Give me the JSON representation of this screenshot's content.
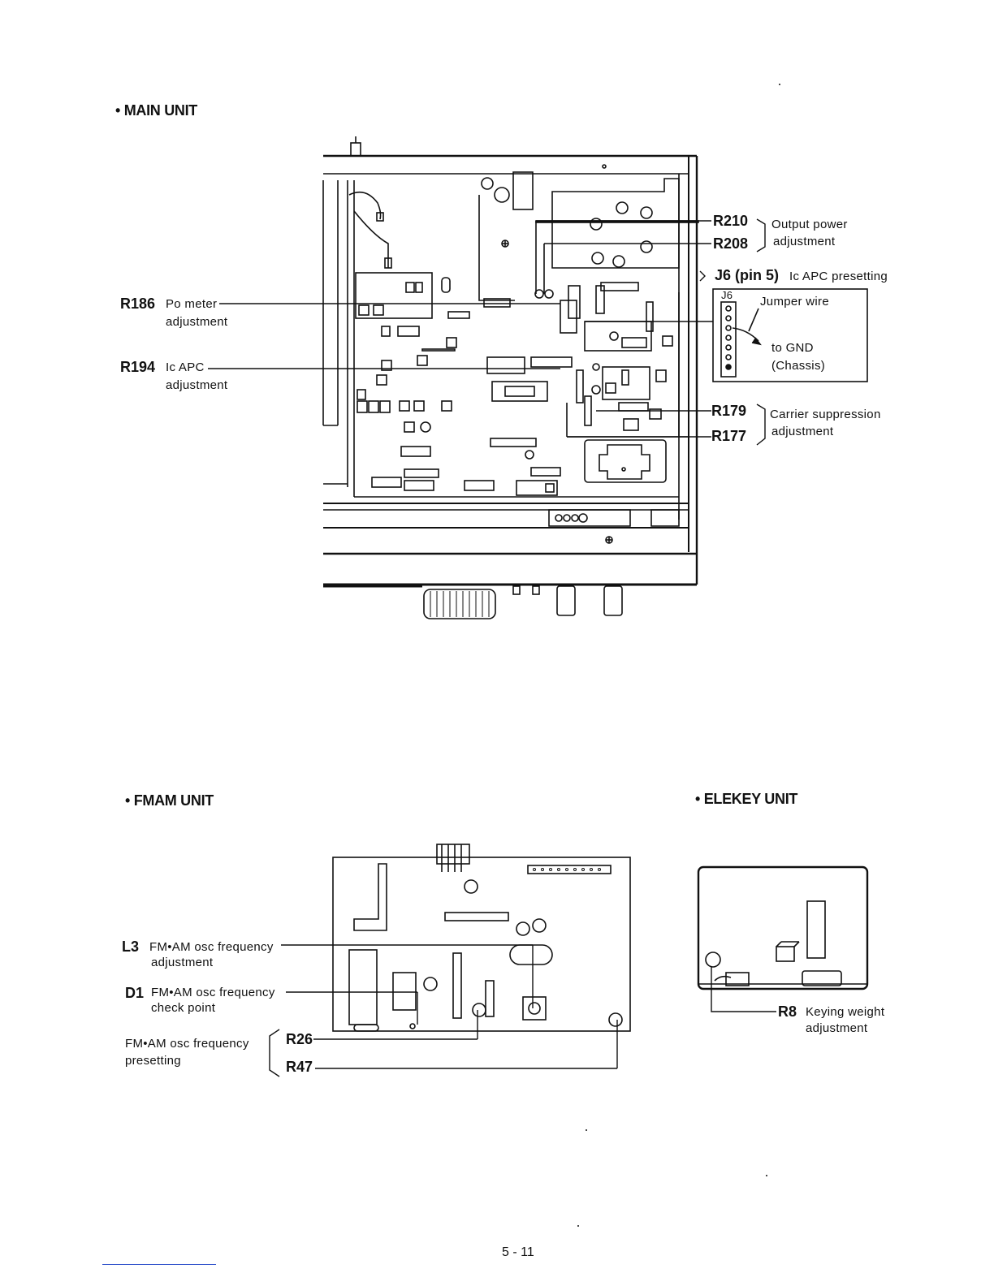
{
  "main_unit": {
    "heading": "• MAIN UNIT",
    "r186": {
      "ref": "R186",
      "line1": "Po meter",
      "line2": "adjustment"
    },
    "r194": {
      "ref": "R194",
      "line1": "Ic APC",
      "line2": "adjustment"
    },
    "r210": {
      "ref": "R210"
    },
    "r208": {
      "ref": "R208"
    },
    "output_power": {
      "line1": "Output power",
      "line2": "adjustment"
    },
    "j6": {
      "ref": "J6 (pin 5)",
      "desc": "Ic APC presetting",
      "box_label": "J6",
      "jumper": "Jumper wire",
      "gnd1": "to GND",
      "gnd2": "(Chassis)"
    },
    "r179": {
      "ref": "R179"
    },
    "r177": {
      "ref": "R177"
    },
    "carrier": {
      "line1": "Carrier suppression",
      "line2": "adjustment"
    }
  },
  "fmam_unit": {
    "heading": "• FMAM UNIT",
    "l3": {
      "ref": "L3",
      "line1": "FM•AM osc frequency",
      "line2": "adjustment"
    },
    "d1": {
      "ref": "D1",
      "line1": "FM•AM osc frequency",
      "line2": "check point"
    },
    "preset": {
      "line1": "FM•AM osc frequency",
      "line2": "presetting"
    },
    "r26": {
      "ref": "R26"
    },
    "r47": {
      "ref": "R47"
    }
  },
  "elekey_unit": {
    "heading": "• ELEKEY UNIT",
    "r8": {
      "ref": "R8",
      "line1": "Keying weight",
      "line2": "adjustment"
    }
  },
  "page_number": "5 - 11"
}
